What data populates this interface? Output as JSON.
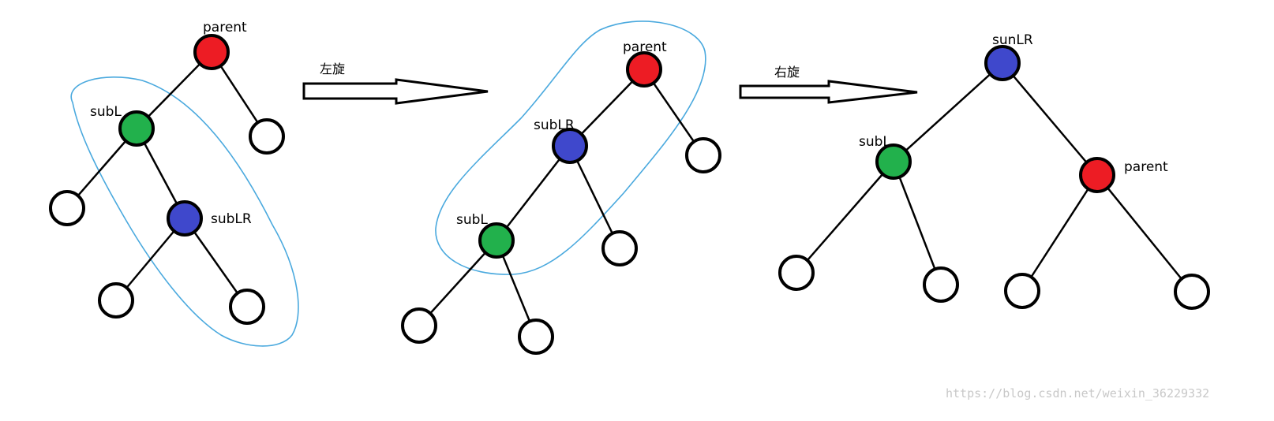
{
  "colors": {
    "parent": "#ed1c24",
    "subL": "#22b14c",
    "subLR": "#3f48cc",
    "leaf": "#ffffff",
    "lasso": "#4aa9de"
  },
  "diagram_1": {
    "parent_label": "parent",
    "subL_label": "subL",
    "subLR_label": "subLR"
  },
  "arrow_1": {
    "label": "左旋"
  },
  "diagram_2": {
    "parent_label": "parent",
    "subLR_label": "subLR",
    "subL_label": "subL"
  },
  "arrow_2": {
    "label": "右旋"
  },
  "diagram_3": {
    "root_label": "sunLR",
    "subL_label": "subL",
    "parent_label": "parent"
  },
  "watermark": "https://blog.csdn.net/weixin_36229332"
}
